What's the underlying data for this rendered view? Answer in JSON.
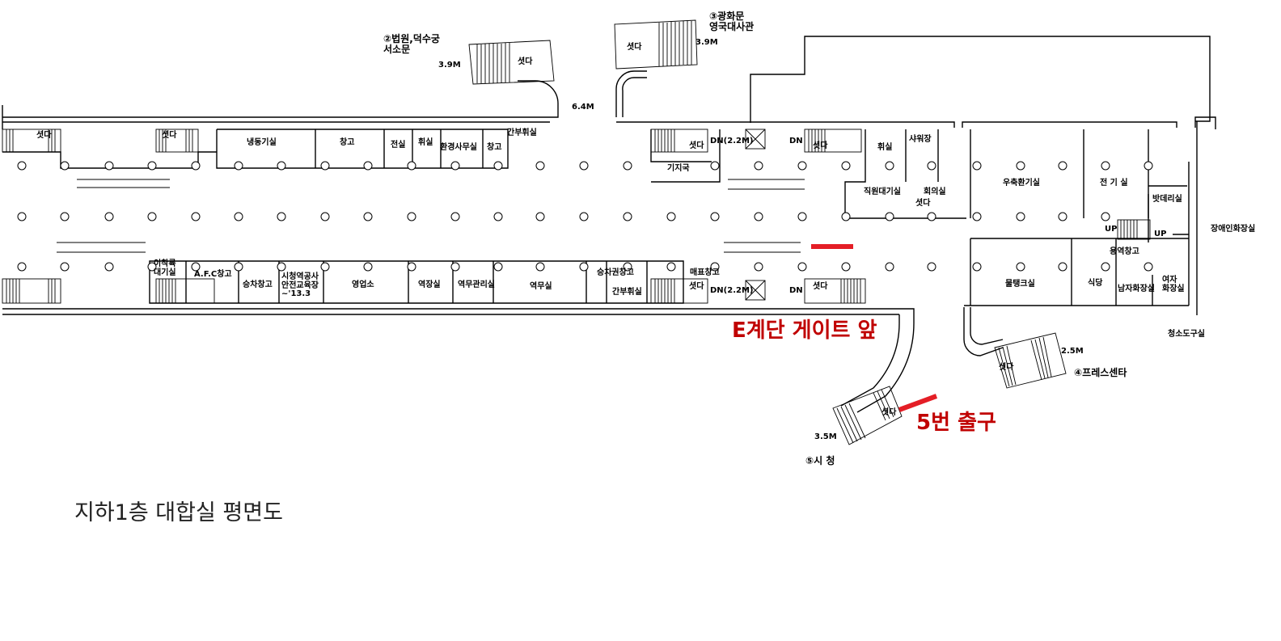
{
  "caption": "지하1층 대합실 평면도",
  "highlights": {
    "e_gate": "E계단 게이트 앞",
    "exit5": "5번 출구"
  },
  "exits": {
    "exit2": "②법원,덕수궁\n서소문",
    "exit3": "③광화문\n영국대사관",
    "exit4": "④프레스센타",
    "exit5": "⑤시 청"
  },
  "heights": {
    "h2": "3.9M",
    "h3": "3.9M",
    "h_mid": "6.4M",
    "h4": "2.5M",
    "h5": "3.5M",
    "dn_top": "DN(2.2M)",
    "dn_bottom": "DN(2.2M)"
  },
  "marks": {
    "dn": "DN",
    "up": "UP",
    "shutter": "셧다"
  },
  "rooms": {
    "r1": "냉동기실",
    "r2": "창고",
    "r3": "전실",
    "r4": "휘실",
    "r5": "환경사무실",
    "r6": "창고",
    "r7": "간부휘실",
    "r8": "기지국",
    "r9": "휘실",
    "r10": "샤워장",
    "r11": "직원대기실",
    "r12": "회의실",
    "r13": "우축환기실",
    "r14": "전 기 실",
    "r15": "밧데리실",
    "r16": "장애인화장실",
    "r17": "이착륙\n대기실",
    "r18": "A.F.C창고",
    "r19": "승차창고",
    "r20": "시청역공사\n안전교육장\n~'13.3",
    "r21": "영업소",
    "r22": "역장실",
    "r23": "역무관리실",
    "r24": "역무실",
    "r25": "승차권창고",
    "r26": "간부휘실",
    "r27": "매표창고",
    "r28": "물탱크실",
    "r29": "식당",
    "r30": "용역창고",
    "r31": "남자화장실",
    "r32": "여자\n화장실",
    "r33": "청소도구실"
  }
}
